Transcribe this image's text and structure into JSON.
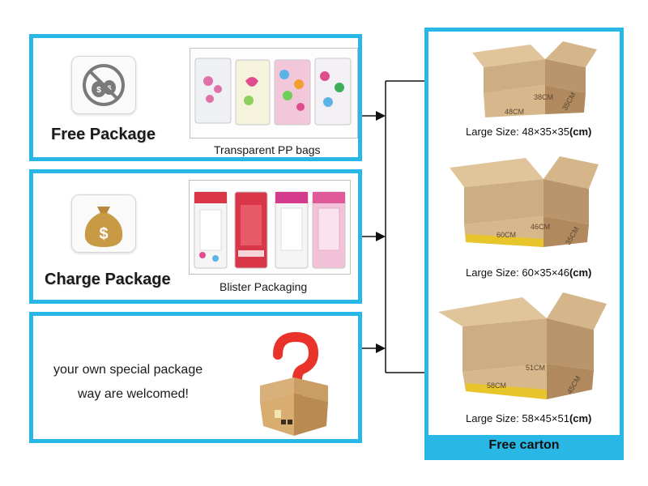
{
  "free_package": {
    "title": "Free Package",
    "caption": "Transparent PP bags",
    "icon": "no-money-bag-icon"
  },
  "charge_package": {
    "title": "Charge Package",
    "caption": "Blister Packaging",
    "icon": "money-bag-icon"
  },
  "special_package": {
    "line1": "your own special package",
    "line2": "way are welcomed!",
    "icon": "question-box-icon"
  },
  "cartons": {
    "footer": "Free carton",
    "items": [
      {
        "label": "Large Size: 48×35×35",
        "unit": "(cm)",
        "dim_a": "38CM",
        "dim_b": "48CM",
        "dim_c": "35CM"
      },
      {
        "label": "Large Size: 60×35×46",
        "unit": "(cm)",
        "dim_a": "46CM",
        "dim_b": "60CM",
        "dim_c": "35CM"
      },
      {
        "label": "Large Size: 58×45×51",
        "unit": "(cm)",
        "dim_a": "51CM",
        "dim_b": "58CM",
        "dim_c": "45CM"
      }
    ]
  },
  "colors": {
    "border": "#29b8e6",
    "carton": "#c9a77a",
    "carton_dark": "#a8865a",
    "carton_stripe": "#e8c52a"
  }
}
